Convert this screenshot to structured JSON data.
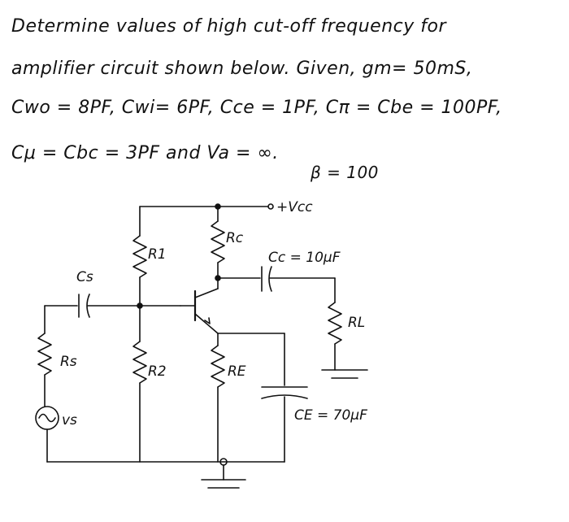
{
  "problem": {
    "line1": "Determine values of high cut-off frequency for",
    "line2": "amplifier circuit shown below. Given, gm= 50mS,",
    "line3": "Cwo = 8PF, Cwi= 6PF, Cce = 1PF, Cπ = Cbe = 100PF,",
    "line4": "Cμ = Cbc = 3PF and Va = ∞.",
    "beta": "β = 100"
  },
  "circuit": {
    "vcc": "+Vcc",
    "rc": "Rc",
    "r1": "R1",
    "r2": "R2",
    "rs": "Rs",
    "re": "RE",
    "rl": "RL",
    "cs": "Cs",
    "cc": "Cc = 10μF",
    "ce": "CE = 70μF",
    "vs": "vs"
  }
}
